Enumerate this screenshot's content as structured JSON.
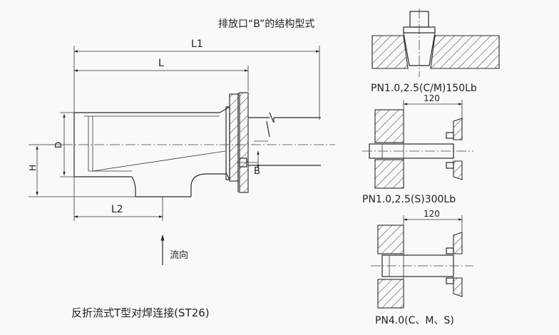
{
  "header": {
    "detail_title": "排放口“B”的结构型式"
  },
  "main_drawing": {
    "caption": "反折流式T型对焊连接(ST26)",
    "dim_L1": "L1",
    "dim_L": "L",
    "dim_L2": "L2",
    "dim_D": "D",
    "dim_H": "H",
    "label_B": "B",
    "flow_label": "流向"
  },
  "details": {
    "detail1_label": "PN1.0,2.5(C/M)150Lb",
    "detail2_label": "PN1.0,2.5(S)300Lb",
    "detail2_dim": "120",
    "detail3_label": "PN4.0(C、M、S)",
    "detail3_dim": "120"
  }
}
